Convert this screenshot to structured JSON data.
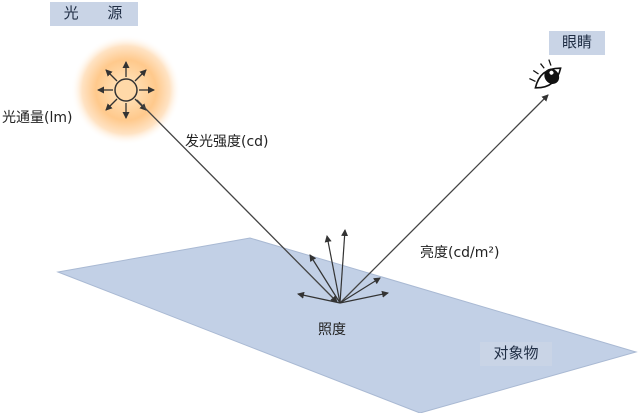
{
  "labels": {
    "light_source": "光 源",
    "eye": "眼睛",
    "luminous_flux": "光通量(lm)",
    "luminous_intensity": "发光强度(cd)",
    "luminance": "亮度(cd/m²)",
    "illuminance": "照度",
    "object": "对象物"
  },
  "icons": {
    "light_source": "sun-icon",
    "eye": "eye-icon"
  },
  "colors": {
    "plane_fill": "#c2d0e6",
    "plane_stroke": "#a9b9d3",
    "tag_fill": "#c9d4e6",
    "glow_center": "#ffe1b3",
    "glow_outer": "#ffffff",
    "sun_stroke": "#333333",
    "line": "#444444"
  }
}
